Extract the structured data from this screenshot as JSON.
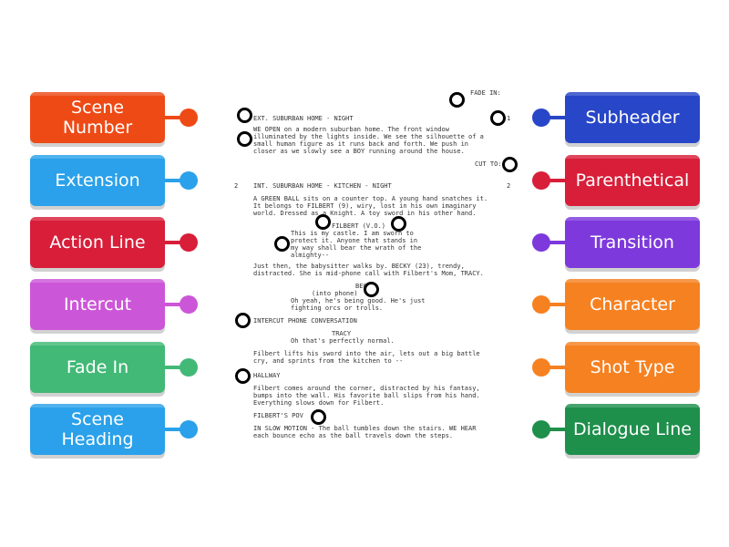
{
  "labels_left": [
    {
      "text": "Scene\nNumber",
      "color": "#ee4a16"
    },
    {
      "text": "Extension",
      "color": "#2aa1ea"
    },
    {
      "text": "Action Line",
      "color": "#d81e39"
    },
    {
      "text": "Intercut",
      "color": "#cc56d8"
    },
    {
      "text": "Fade In",
      "color": "#42b977"
    },
    {
      "text": "Scene\nHeading",
      "color": "#2aa1ea"
    }
  ],
  "labels_right": [
    {
      "text": "Subheader",
      "color": "#2846c8"
    },
    {
      "text": "Parenthetical",
      "color": "#d81e39"
    },
    {
      "text": "Transition",
      "color": "#7d39dc"
    },
    {
      "text": "Character",
      "color": "#f68121"
    },
    {
      "text": "Shot Type",
      "color": "#f68121"
    },
    {
      "text": "Dialogue Line",
      "color": "#1f8f4c"
    }
  ],
  "script_lines": [
    "FADE IN:",
    "EXT. SUBURBAN HOME - NIGHT",
    "1",
    "WE OPEN on a modern suburban home. The front window",
    "illuminated by the lights inside. We see the silhouette of a",
    "small human figure as it runs back and forth. We push in",
    "closer as we slowly see a BOY running around the house.",
    "CUT TO:",
    "2",
    "INT. SUBURBAN HOME - KITCHEN - NIGHT",
    "2",
    "A GREEN BALL sits on a counter top. A young hand snatches it.",
    "It belongs to FILBERT (9), wiry, lost in his own imaginary",
    "world. Dressed as a Knight. A toy sword in his other hand.",
    "FILBERT (V.O.)",
    "This is my castle. I am sworn to",
    "protect it. Anyone that stands in",
    "my way shall bear the wrath of the",
    "almighty--",
    "Just then, the babysitter walks by. BECKY (23), trendy,",
    "distracted. She is mid-phone call with Filbert's Mom, TRACY.",
    "BECKY",
    "(into phone)",
    "Oh yeah, he's being good. He's just",
    "fighting orcs or trolls.",
    "INTERCUT PHONE CONVERSATION",
    "TRACY",
    "Oh that's perfectly normal.",
    "Filbert lifts his sword into the air, lets out a big battle",
    "cry, and sprints from the kitchen to --",
    "HALLWAY",
    "Filbert comes around the corner, distracted by his fantasy,",
    "bumps into the wall. His favorite ball slips from his hand.",
    "Everything slows down for Filbert.",
    "FILBERT'S POV",
    "IN SLOW MOTION - The ball tumbles down the stairs. WE HEAR",
    "each bounce echo as the ball travels down the steps."
  ]
}
